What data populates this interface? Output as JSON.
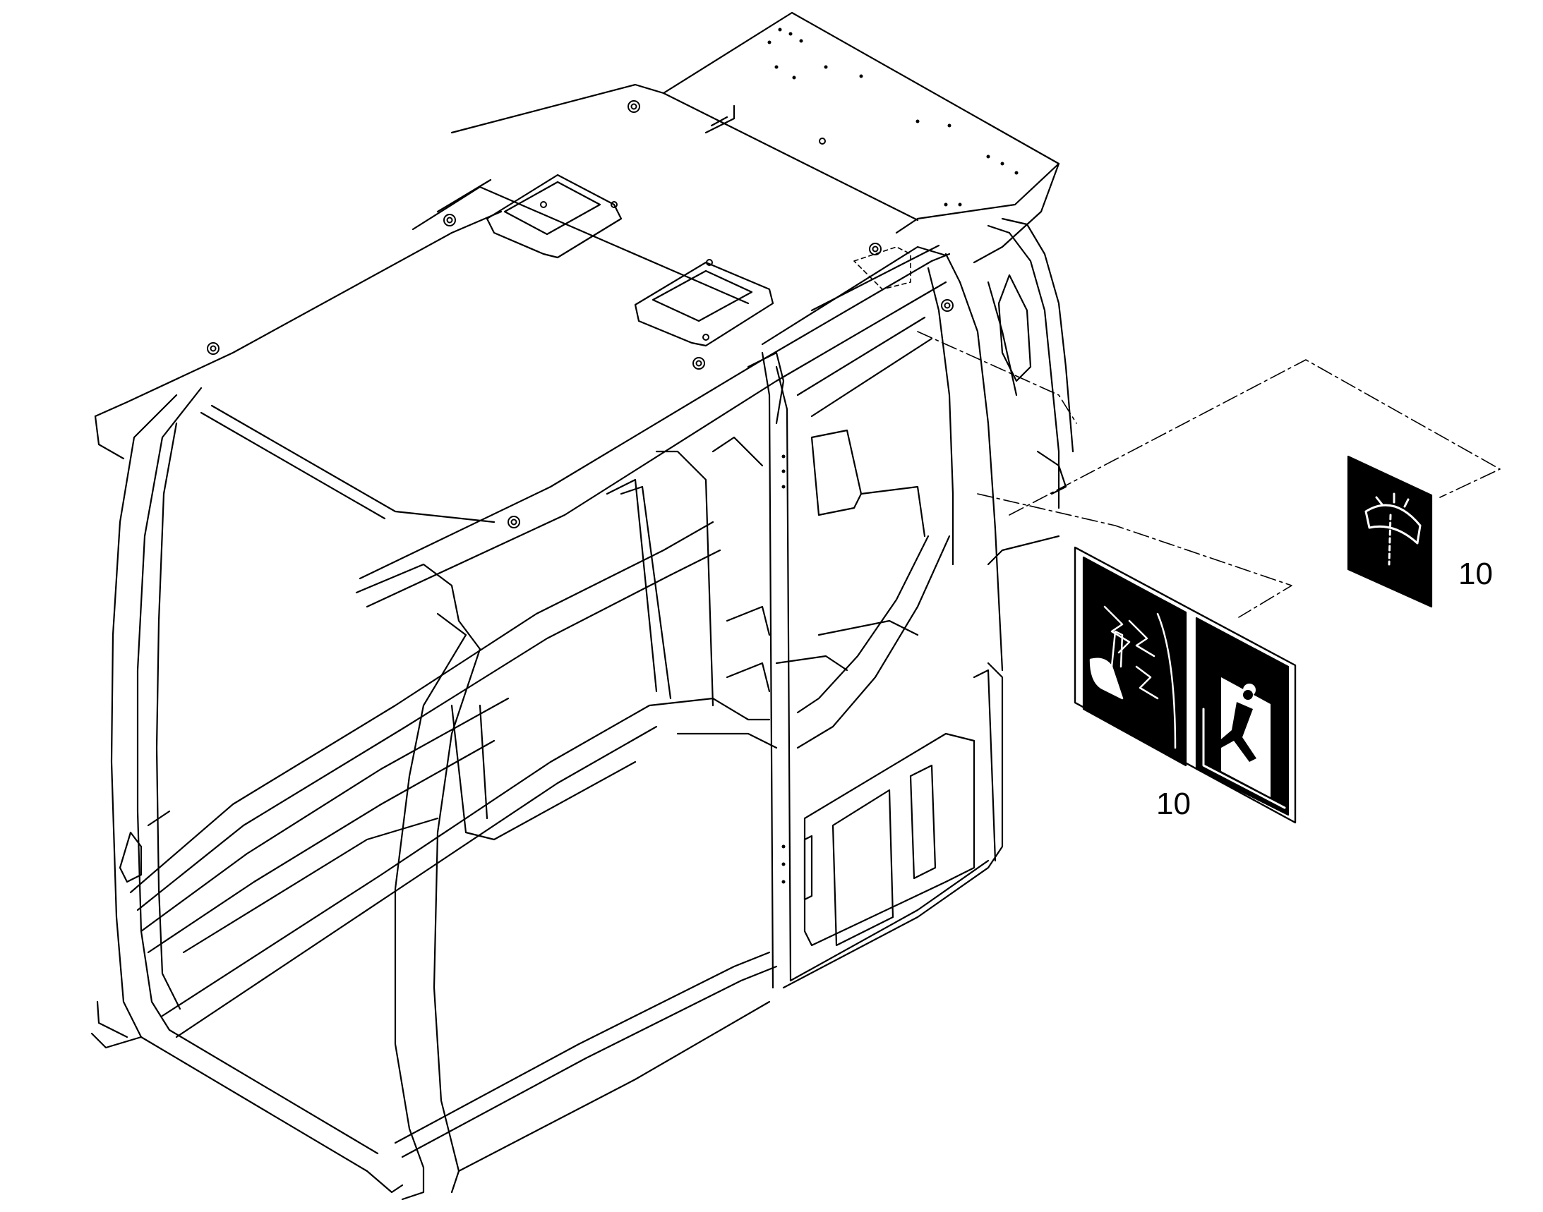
{
  "diagram": {
    "callouts": [
      {
        "id": "decal-washer",
        "label": "10"
      },
      {
        "id": "decal-exit-hammer",
        "label": "10"
      }
    ],
    "icons": [
      "windshield-washer-icon",
      "glass-breaking-hammer-icon",
      "emergency-exit-icon"
    ],
    "colors": {
      "line": "#000000",
      "background": "#ffffff",
      "decal": "#000000"
    }
  }
}
